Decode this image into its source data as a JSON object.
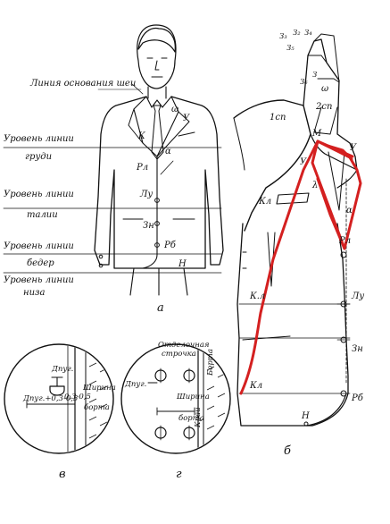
{
  "figure_a": {
    "label_lapel_base": "Линия основания шеи",
    "label_chest_1": "Уровень линии",
    "label_chest_2": "груди",
    "label_waist_1": "Уровень линии",
    "label_waist_2": "талии",
    "label_hip_1": "Уровень линии",
    "label_hip_2": "бедер",
    "label_hem_1": "Уровень линии",
    "label_hem_2": "низа",
    "mark_k": "К",
    "mark_y": "У",
    "mark_omega": "ω",
    "mark_alpha": "α",
    "mark_pl": "Рл",
    "mark_ly": "Лу",
    "mark_zn": "Зн",
    "mark_pb": "Рб",
    "mark_h": "Н",
    "caption": "а"
  },
  "figure_b": {
    "mark_z3": "З₃",
    "mark_z2": "З₂",
    "mark_z4": "З₄",
    "mark_z5": "З₅",
    "mark_z6": "З₆",
    "mark_3": "З",
    "mark_1cn": "1сп",
    "mark_2cn": "2сп",
    "mark_m": "М",
    "mark_y_top": "У",
    "mark_y_left": "У",
    "mark_omega": "ω",
    "mark_lambda": "λ",
    "mark_kl_top": "Кл",
    "mark_alpha": "α",
    "mark_pl": "Рл",
    "mark_kl_mid": "К.л",
    "mark_ly": "Лу",
    "mark_zn": "Зн",
    "mark_kl_bot": "Кл",
    "mark_pb": "Рб",
    "mark_h": "Н",
    "caption": "б"
  },
  "figure_v": {
    "label_dpug_top": "Дпуг.",
    "label_formula": "Дпуг.+0,3-0,5",
    "label_width_1": "Ширина",
    "label_width_2": "борта",
    "label_small": "0,3-0,5",
    "caption": "в"
  },
  "figure_g": {
    "label_stitch_1": "Отделочная",
    "label_stitch_2": "строчка",
    "label_dpug": "Дпуг.",
    "label_width_1": "Ширина",
    "label_width_2": "борта",
    "label_edge": "Край",
    "label_side": "Борта",
    "caption": "г"
  },
  "colors": {
    "ink": "#111111",
    "highlight": "#d42020",
    "background": "#ffffff"
  }
}
